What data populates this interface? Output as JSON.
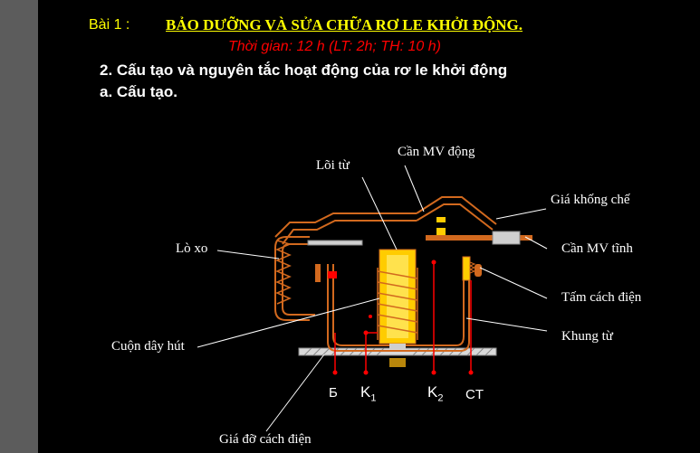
{
  "header": {
    "lesson_no": "Bài 1 :",
    "title": "BẢO DƯỠNG VÀ SỬA CHỮA RƠ LE  KHỞI ĐỘNG.",
    "duration": "Thời gian: 12  h (LT: 2h; TH: 10 h)",
    "section": "2. Cấu tạo và nguyên tắc hoạt động của rơ le khởi động",
    "subsection": "a.  Cấu tạo."
  },
  "diagram": {
    "labels": {
      "can_mv_dong": "Cần MV động",
      "loi_tu": "Lõi từ",
      "gia_khong_che": "Giá khống chế",
      "lo_xo": "Lò xo",
      "can_mv_tinh": "Cần MV tĩnh",
      "tam_cach_dien": "Tấm cách điện",
      "khung_tu": "Khung từ",
      "cuon_day_hut": "Cuộn dây hút",
      "gia_do_cach_dien": "Giá đỡ cách điện"
    },
    "terminals": {
      "b": "Б",
      "k1": "K",
      "k1_sub": "1",
      "k2": "K",
      "k2_sub": "2",
      "ct": "CT"
    }
  },
  "colors": {
    "background": "#000000",
    "title_yellow": "#ffff00",
    "subtitle_red": "#ff0000",
    "frame_orange": "#d2691e",
    "coil_yellow": "#ffcc00",
    "base_grey": "#cfcfcf",
    "sidebar_grey": "#5c5c5c"
  }
}
